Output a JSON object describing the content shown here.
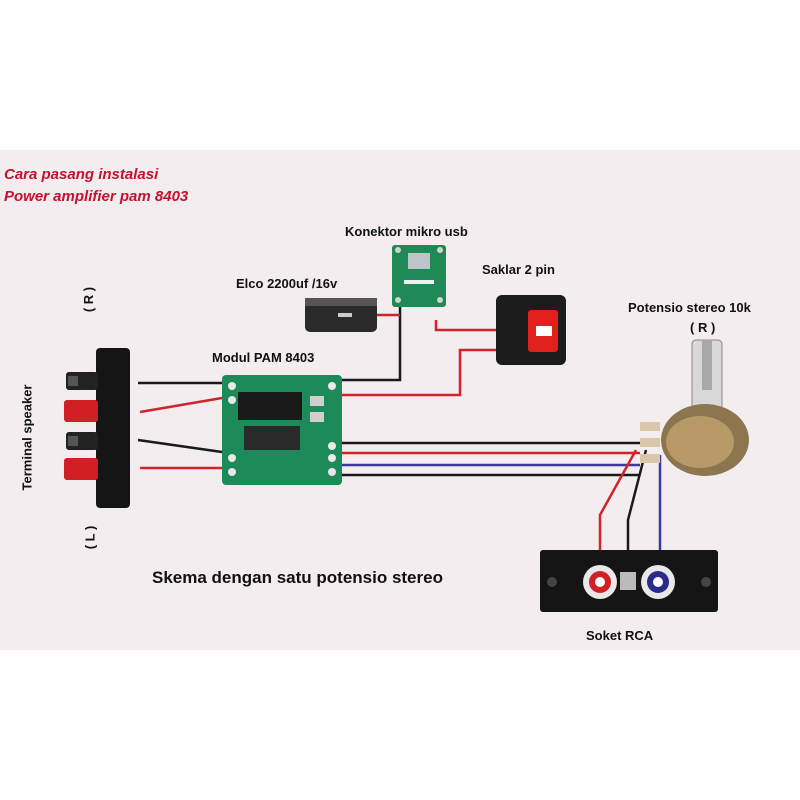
{
  "title": {
    "line1": "Cara pasang instalasi",
    "line2": "Power amplifier pam 8403"
  },
  "labels": {
    "usb": "Konektor mikro usb",
    "elco": "Elco 2200uf /16v",
    "switch": "Saklar 2 pin",
    "pot": "Potensio stereo 10k",
    "pot_r": "( R )",
    "module": "Modul PAM 8403",
    "speaker": "Terminal speaker",
    "spk_r": "( R )",
    "spk_l": "( L )",
    "schema": "Skema dengan satu potensio stereo",
    "rca": "Soket RCA"
  },
  "colors": {
    "background": "#f3edf0",
    "title": "#c8102e",
    "wire_red": "#d1232a",
    "wire_black": "#1a1a1a",
    "wire_blue": "#3a3a9a",
    "pcb_green": "#1d8a5a",
    "switch_red": "#e0201c"
  }
}
